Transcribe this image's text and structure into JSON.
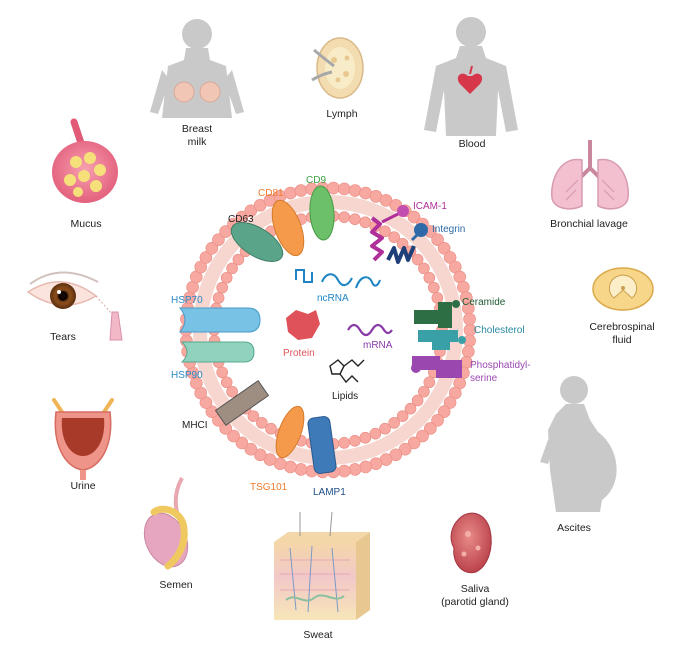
{
  "sources": {
    "breast_milk": [
      "Breast",
      "milk"
    ],
    "lymph": [
      "Lymph"
    ],
    "blood": [
      "Blood"
    ],
    "mucus": [
      "Mucus"
    ],
    "bronchial_lavage": [
      "Bronchial lavage"
    ],
    "tears": [
      "Tears"
    ],
    "cerebrospinal_fluid": [
      "Cerebrospinal",
      "fluid"
    ],
    "urine": [
      "Urine"
    ],
    "ascites": [
      "Ascites"
    ],
    "semen": [
      "Semen"
    ],
    "sweat": [
      "Sweat"
    ],
    "saliva": [
      "Saliva",
      "(parotid gland)"
    ]
  },
  "markers": {
    "cd63": "CD63",
    "cd81": "CD81",
    "cd9": "CD9",
    "icam1": "ICAM-1",
    "integrin": "Integrin",
    "hsp70": "HSP70",
    "hsp90": "HSP90",
    "mhci": "MHCI",
    "tsg101": "TSG101",
    "lamp1": "LAMP1",
    "ceramide": "Ceramide",
    "cholesterol": "Cholesterol",
    "phosphatidylserine": [
      "Phosphatidyl-",
      "serine"
    ]
  },
  "cargo": {
    "ncrna": "ncRNA",
    "protein": "Protein",
    "mrna": "mRNA",
    "lipids": "Lipids"
  },
  "colors": {
    "lipid_head": "#f7a8a0",
    "lipid_head_stroke": "#e88a80",
    "cd63": "#5aa58a",
    "cd81": "#f49a4a",
    "cd9": "#6cc06a",
    "icam1": "#b0309a",
    "integrin": "#2f6aa8",
    "hsp70": "#78c2e6",
    "hsp90": "#8fd3bf",
    "mhci": "#9e8e82",
    "tsg101": "#f49a4a",
    "lamp1": "#3f7ab8",
    "ceramide": "#2e6e45",
    "cholesterol": "#3aa0a8",
    "phosphatidylserine": "#9a48b0",
    "protein": "#e0525a",
    "ncrna": "#1d85c4",
    "mrna": "#8a3aa8",
    "silhouette": "#c9c9c9"
  },
  "icons": [
    "breast-silhouette-icon",
    "lymph-node-icon",
    "blood-heart-silhouette-icon",
    "mucus-cells-icon",
    "lungs-icon",
    "eye-tears-icon",
    "spinal-cord-icon",
    "bladder-icon",
    "pregnant-silhouette-icon",
    "testis-icon",
    "skin-section-icon",
    "parotid-gland-icon"
  ]
}
